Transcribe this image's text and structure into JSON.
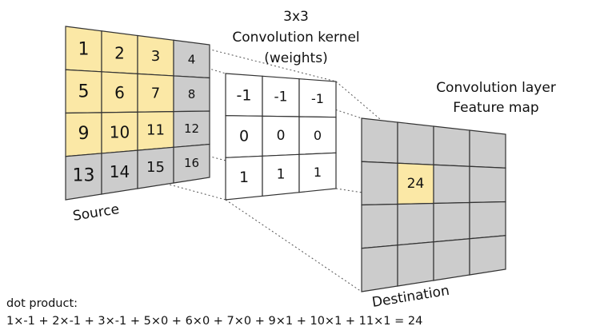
{
  "kernel_title": [
    "3x3",
    "Convolution kernel",
    "(weights)"
  ],
  "feature_title": [
    "Convolution layer",
    "Feature map"
  ],
  "source_label": "Source",
  "destination_label": "Destination",
  "source_grid": [
    [
      "1",
      "2",
      "3",
      "4"
    ],
    [
      "5",
      "6",
      "7",
      "8"
    ],
    [
      "9",
      "10",
      "11",
      "12"
    ],
    [
      "13",
      "14",
      "15",
      "16"
    ]
  ],
  "source_highlight_size": 3,
  "kernel_grid": [
    [
      "-1",
      "-1",
      "-1"
    ],
    [
      "0",
      "0",
      "0"
    ],
    [
      "1",
      "1",
      "1"
    ]
  ],
  "destination_value": "24",
  "destination_highlight": [
    1,
    1
  ],
  "dot_product_label": "dot product:",
  "dot_product_formula": "1×-1 + 2×-1 + 3×-1 + 5×0 + 6×0 + 7×0 + 9×1 + 10×1 + 11×1 = 24",
  "colors": {
    "highlight": "#fbe8a6",
    "gray_cell": "#cccccc",
    "kernel_bg": "#ffffff",
    "stroke": "#333333"
  }
}
